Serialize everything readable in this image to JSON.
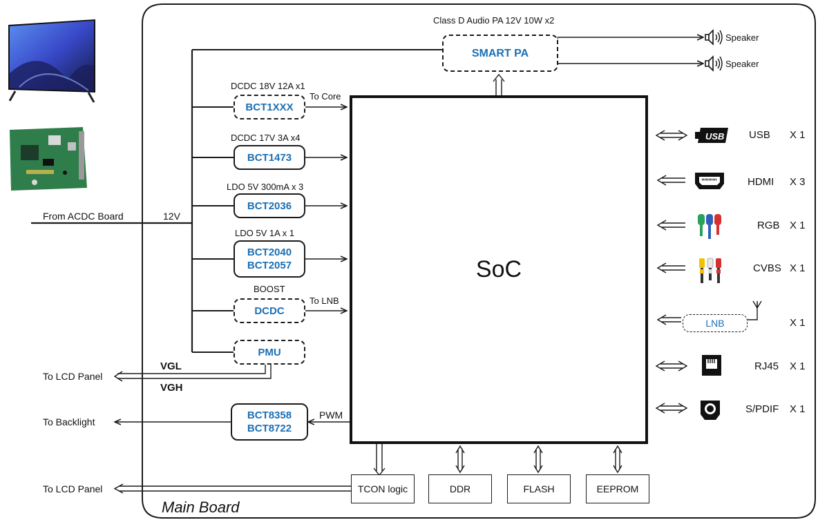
{
  "main_board_label": "Main Board",
  "soc_label": "SoC",
  "acdc": {
    "from_label": "From ACDC Board",
    "voltage": "12V"
  },
  "smart_pa": {
    "desc": "Class D Audio PA  12V 10W x2",
    "name": "SMART PA"
  },
  "speakers": [
    "Speaker",
    "Speaker"
  ],
  "chips": [
    {
      "desc": "DCDC 18V 12A x1",
      "names": [
        "BCT1XXX"
      ],
      "out": "To Core",
      "style": "dashed"
    },
    {
      "desc": "DCDC 17V 3A x4",
      "names": [
        "BCT1473"
      ],
      "out": "",
      "style": "solid"
    },
    {
      "desc": "LDO 5V 300mA x 3",
      "names": [
        "BCT2036"
      ],
      "out": "",
      "style": "solid"
    },
    {
      "desc": "LDO 5V 1A x 1",
      "names": [
        "BCT2040",
        "BCT2057"
      ],
      "out": "",
      "style": "solid"
    },
    {
      "desc": "BOOST",
      "names": [
        "DCDC"
      ],
      "out": "To LNB",
      "style": "dashed"
    },
    {
      "desc": "",
      "names": [
        "PMU"
      ],
      "out": "",
      "style": "dashed"
    }
  ],
  "pmu_outputs": {
    "vgl": "VGL",
    "vgh": "VGH",
    "target": "To LCD Panel"
  },
  "backlight": {
    "names": [
      "BCT8358",
      "BCT8722"
    ],
    "input": "PWM",
    "target": "To Backlight"
  },
  "tcon": {
    "label": "TCON logic",
    "target": "To LCD Panel"
  },
  "memory": [
    "DDR",
    "FLASH",
    "EEPROM"
  ],
  "peripherals": [
    {
      "name": "USB",
      "count": "X 1",
      "icon": "usb-icon",
      "direction": "bidirectional"
    },
    {
      "name": "HDMI",
      "count": "X 3",
      "icon": "hdmi-icon",
      "direction": "input"
    },
    {
      "name": "RGB",
      "count": "X 1",
      "icon": "rgb-connector-icon",
      "direction": "input"
    },
    {
      "name": "CVBS",
      "count": "X 1",
      "icon": "rca-connector-icon",
      "direction": "input"
    },
    {
      "name": "LNB",
      "count": "X 1",
      "icon": "antenna-icon",
      "direction": "input"
    },
    {
      "name": "RJ45",
      "count": "X 1",
      "icon": "ethernet-port-icon",
      "direction": "bidirectional"
    },
    {
      "name": "S/PDIF",
      "count": "X 1",
      "icon": "optical-port-icon",
      "direction": "bidirectional"
    }
  ],
  "colors": {
    "chip_text": "#1a6fb5",
    "line": "#1a1a1a"
  }
}
